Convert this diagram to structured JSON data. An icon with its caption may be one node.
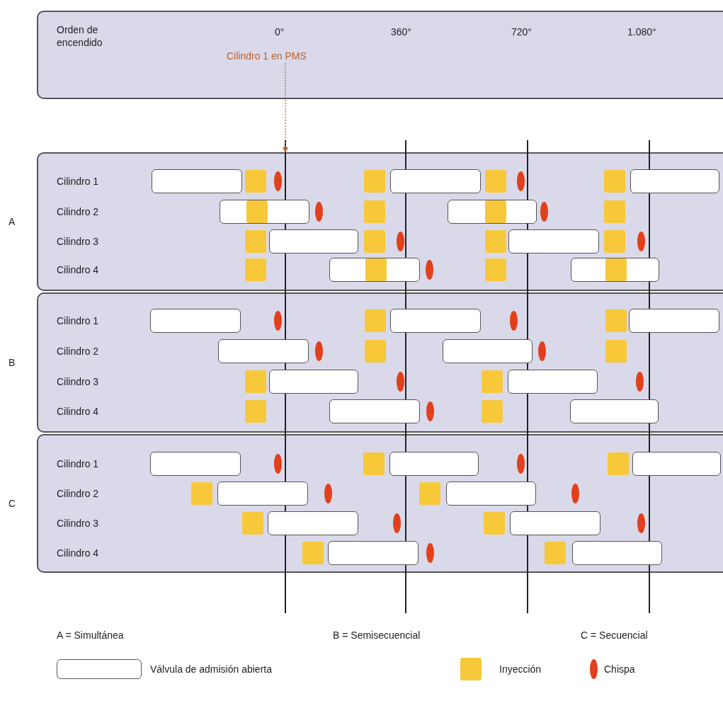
{
  "diagram": {
    "nodes": [
      {
        "text": [
          "Orden de encendido"
        ]
      },
      {
        "text": [
          "Cilindro 1 en PMS"
        ],
        "in": 0
      },
      {
        "text": [
          "A",
          "Cilindro 1",
          "Cilindro 2",
          "Cilindro 3",
          "Cilindro 4"
        ]
      },
      {
        "text": [
          "B",
          "Cilindro 1",
          "Cilindro 2",
          "Cilindro 3",
          "Cilindro 4"
        ]
      },
      {
        "text": [
          "C",
          "Cilindro 1",
          "Cilindro 2",
          "Cilindro 3",
          "Cilindro 4"
        ]
      }
    ],
    "edges": [
      {
        "from": 1,
        "to": 2,
        "arrow": "to",
        "style": "dashed",
        "color": "#b8622e"
      }
    ],
    "labels": [
      "0°",
      "360°",
      "720°",
      "1.080°",
      "A = Simultánea",
      "B = Semisecuencial",
      "C = Secuencial"
    ],
    "legend": [
      {
        "text": "Válvula de admisión abierta"
      },
      {
        "text": "Inyección",
        "color": "#f7c83a"
      },
      {
        "text": "Chispa",
        "color": "#e2401c"
      }
    ]
  }
}
